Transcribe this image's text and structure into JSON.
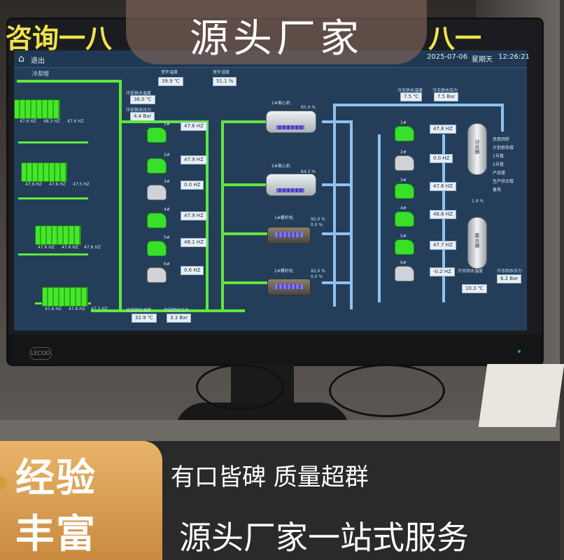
{
  "overlay": {
    "title": "源头厂家",
    "corner_left": "咨询一八",
    "corner_right": "八一"
  },
  "screen": {
    "exit_label": "退出",
    "date": "2025-07-06",
    "weekday": "星期天",
    "time": "12:26:21",
    "cooling_tower_label": "冷却塔",
    "top_readouts": [
      {
        "label": "室外温度",
        "value": "39.9 ℃"
      },
      {
        "label": "室外湿度",
        "value": "51.1 %"
      }
    ],
    "cw_supply": {
      "label1": "冷却供水温度",
      "value1": "36.0 ℃",
      "label2": "冷却供水压力",
      "value2": "4.4 Bar"
    },
    "cw_return": {
      "label1": "冷却回水温度",
      "value1": "32.9 ℃",
      "label2": "冷却回水压力",
      "value2": "3.3 Bar"
    },
    "chw_supply": {
      "label1": "冷冻供水温度",
      "value1": "7.5 ℃",
      "label2": "冷冻供水压力",
      "value2": "7.5 Bar"
    },
    "chw_return": {
      "label1": "冷冻回水温度",
      "value1": "10.3 ℃",
      "label2": "冷冻回水压力",
      "value2": "6.2 Bar"
    },
    "towers": [
      {
        "hz1": "47.6 HZ",
        "hz2": "48.3 HZ",
        "hz3": "47.6 HZ"
      },
      {
        "hz1": "47.9 HZ",
        "hz2": "47.6 HZ",
        "hz3": "47.5 HZ"
      },
      {
        "hz1": "47.6 HZ",
        "hz2": "47.6 HZ",
        "hz3": "47.6 HZ"
      },
      {
        "hz1": "47.6 HZ",
        "hz2": "47.8 HZ",
        "hz3": "47.5 HZ"
      }
    ],
    "cw_pumps": [
      {
        "id": "1#",
        "hz": "47.6 HZ"
      },
      {
        "id": "2#",
        "hz": "47.9 HZ"
      },
      {
        "id": "3#",
        "hz": "0.0 HZ"
      },
      {
        "id": "4#",
        "hz": "47.9 HZ"
      },
      {
        "id": "5#",
        "hz": "48.1 HZ"
      },
      {
        "id": "6#",
        "hz": "0.6 HZ"
      }
    ],
    "chillers": [
      {
        "name": "1#离心机",
        "load": "65.4 %"
      },
      {
        "name": "2#离心机",
        "load": "64.3 %"
      },
      {
        "name": "1#螺杆机",
        "load": "92.0 %",
        "load2": "0.0 %"
      },
      {
        "name": "2#螺杆机",
        "load": "92.0 %",
        "load2": "0.0 %"
      }
    ],
    "chw_pumps": [
      {
        "id": "1#",
        "hz": "47.8 HZ"
      },
      {
        "id": "2#",
        "hz": "0.0 HZ"
      },
      {
        "id": "3#",
        "hz": "47.6 HZ"
      },
      {
        "id": "4#",
        "hz": "46.6 HZ"
      },
      {
        "id": "5#",
        "hz": "47.7 HZ"
      },
      {
        "id": "6#",
        "hz": "-0.2 HZ"
      }
    ],
    "tank1": "分水器",
    "tank2": "集水器",
    "tank_value": "1.9 %",
    "legend": [
      "恶意回转",
      "计划供热楼",
      "1号楼",
      "2号楼",
      "产品楼",
      "生产综合楼",
      "备用"
    ]
  },
  "monitor": {
    "brand": "LECOO"
  },
  "bottom": {
    "badge_line1": "经验",
    "badge_line2": "丰富",
    "slogan1": "有口皆碑  质量超群",
    "slogan2": "源头厂家一站式服务"
  }
}
